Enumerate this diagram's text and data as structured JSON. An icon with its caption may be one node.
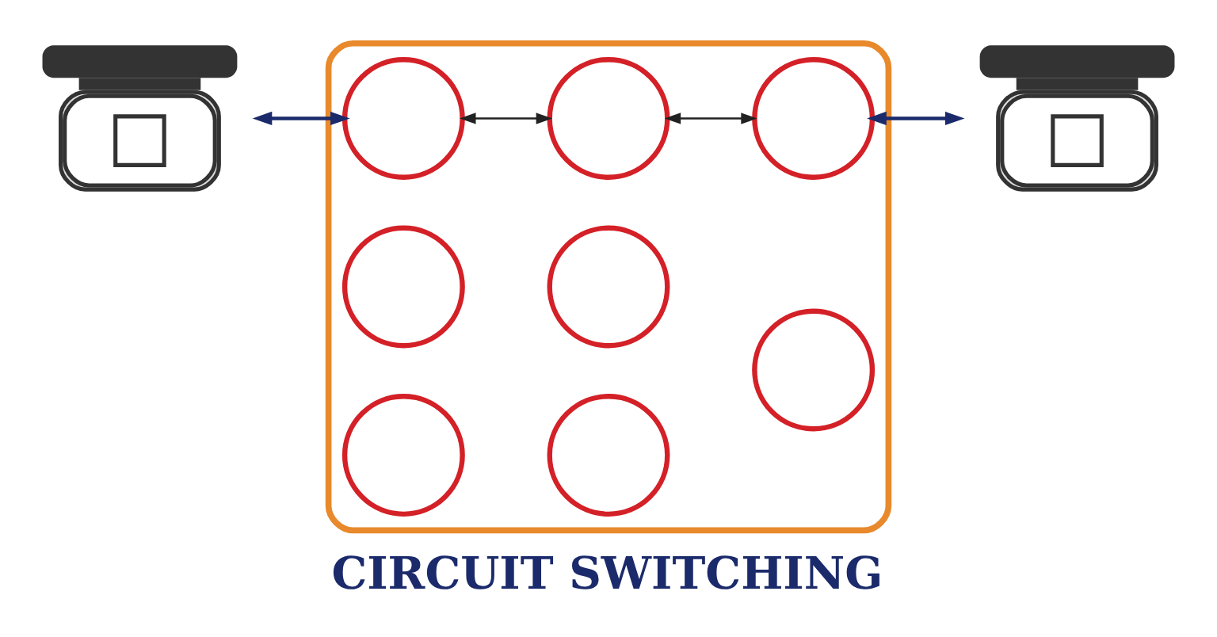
{
  "diagram": {
    "title": "CIRCUIT SWITCHING",
    "nodes": [
      {
        "text": [],
        "shape": "picture"
      },
      {
        "text": [],
        "shape": "cloud"
      },
      {
        "text": [],
        "shape": "circle",
        "in": 1
      },
      {
        "text": [],
        "shape": "circle",
        "in": 1
      },
      {
        "text": [],
        "shape": "circle",
        "in": 1
      },
      {
        "text": [],
        "shape": "circle",
        "in": 1
      },
      {
        "text": [],
        "shape": "circle",
        "in": 1
      },
      {
        "text": [],
        "shape": "circle",
        "in": 1
      },
      {
        "text": [],
        "shape": "circle",
        "in": 1
      },
      {
        "text": [],
        "shape": "circle",
        "in": 1
      },
      {
        "text": [],
        "shape": "picture"
      }
    ],
    "edges": [
      {
        "from": 0,
        "to": 2,
        "arrow": "both",
        "color": "#1b2a6b"
      },
      {
        "from": 2,
        "to": 3,
        "arrow": "both"
      },
      {
        "from": 3,
        "to": 4,
        "arrow": "both"
      },
      {
        "from": 4,
        "to": 10,
        "arrow": "both",
        "color": "#1b2a6b"
      }
    ]
  }
}
